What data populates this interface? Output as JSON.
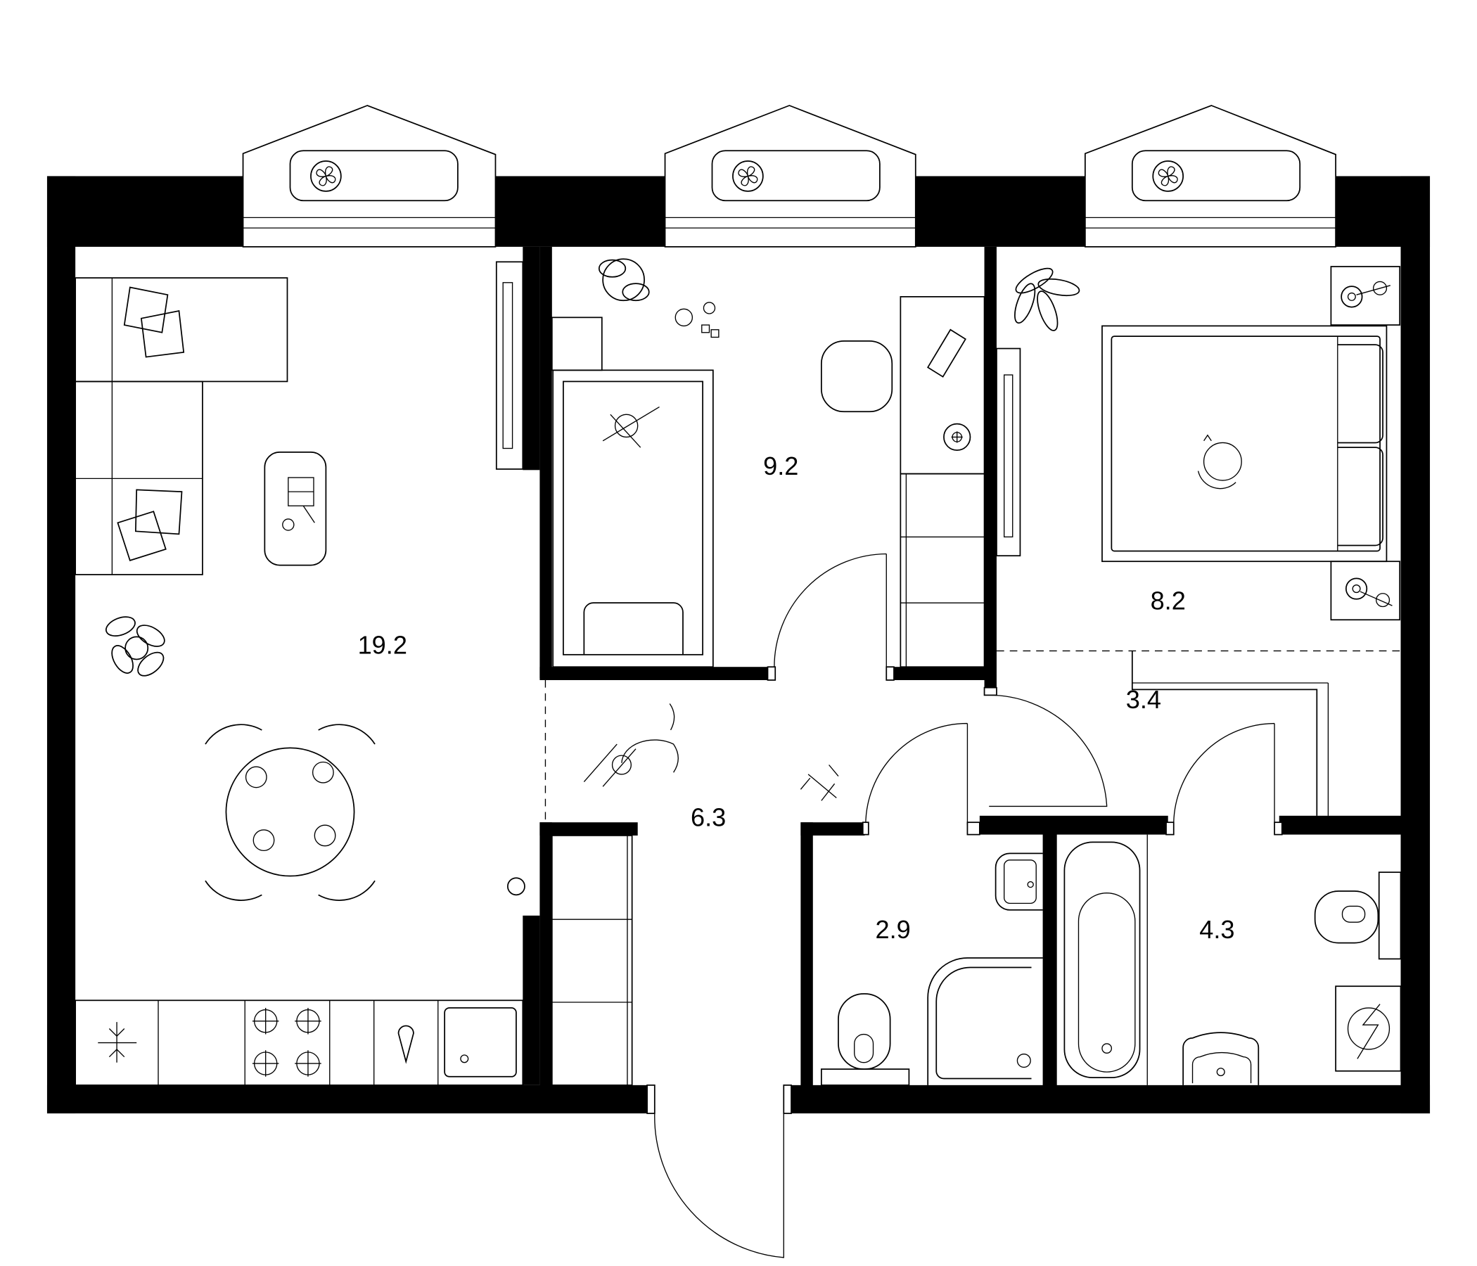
{
  "plan": {
    "type": "apartment floor plan",
    "colors": {
      "wall": "#000000",
      "background": "#ffffff",
      "line": "#000000"
    },
    "rooms": [
      {
        "id": "living-kitchen",
        "area": "19.2"
      },
      {
        "id": "kids-bedroom",
        "area": "9.2"
      },
      {
        "id": "bedroom",
        "area": "8.2"
      },
      {
        "id": "hallway",
        "area": "6.3"
      },
      {
        "id": "corridor",
        "area": "3.4"
      },
      {
        "id": "bathroom-small",
        "area": "2.9"
      },
      {
        "id": "bathroom-large",
        "area": "4.3"
      }
    ],
    "balconies": [
      {
        "id": "balcony-left",
        "icon": "fan-icon"
      },
      {
        "id": "balcony-middle",
        "icon": "fan-icon"
      },
      {
        "id": "balcony-right",
        "icon": "fan-icon"
      }
    ],
    "kitchen": [
      "freezer-icon",
      "cabinet",
      "stove-icon",
      "cabinet",
      "dishwasher-icon",
      "sink-icon"
    ]
  }
}
